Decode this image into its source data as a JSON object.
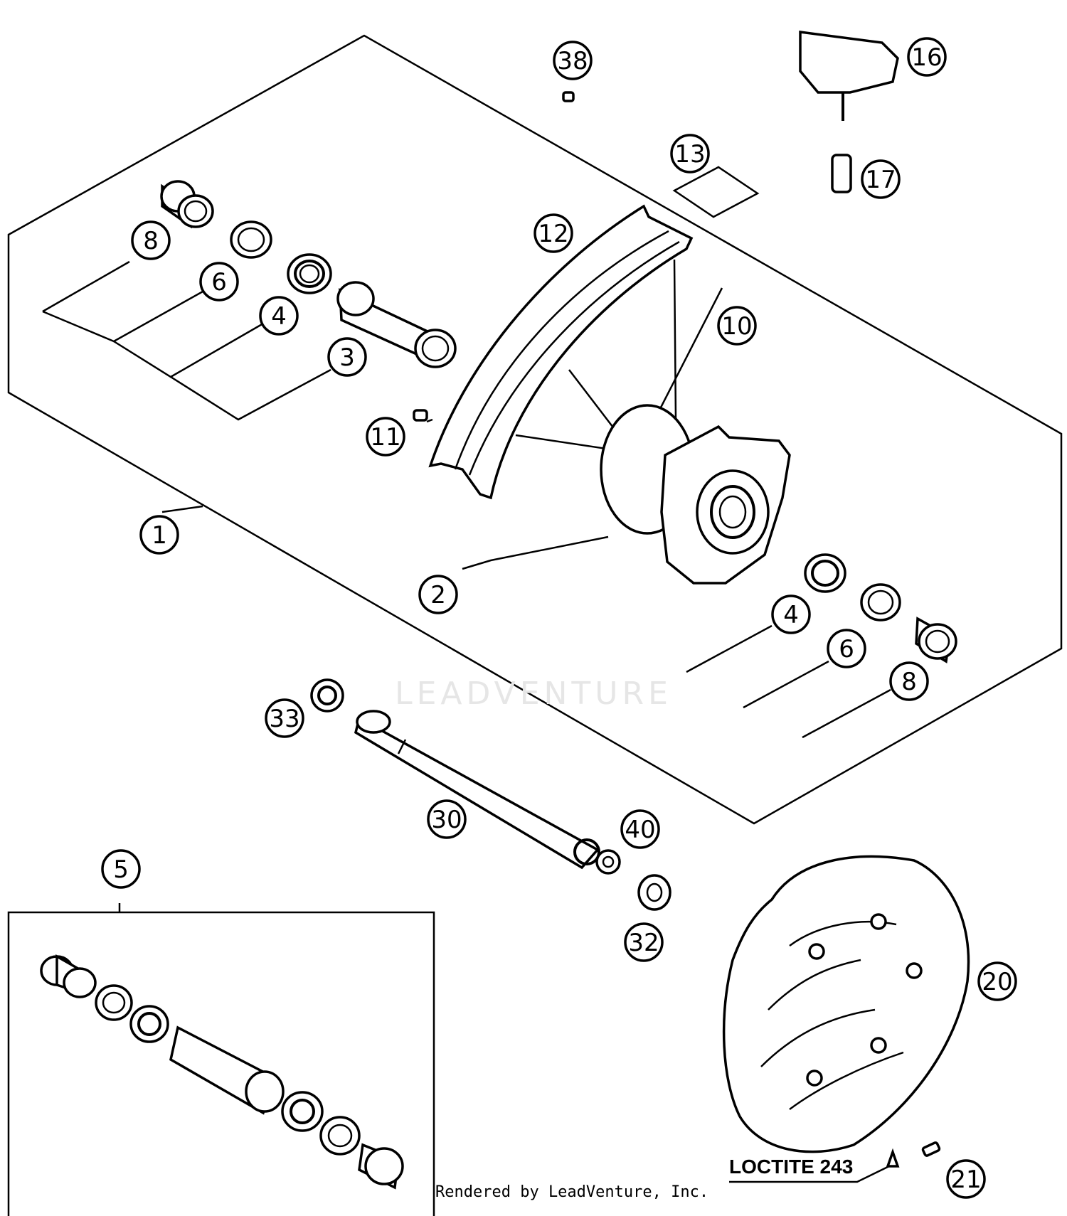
{
  "callouts": [
    {
      "label": "38"
    },
    {
      "label": "16"
    },
    {
      "label": "13"
    },
    {
      "label": "17"
    },
    {
      "label": "8"
    },
    {
      "label": "12"
    },
    {
      "label": "6"
    },
    {
      "label": "10"
    },
    {
      "label": "4"
    },
    {
      "label": "3"
    },
    {
      "label": "11"
    },
    {
      "label": "1"
    },
    {
      "label": "2"
    },
    {
      "label": "4"
    },
    {
      "label": "6"
    },
    {
      "label": "8"
    },
    {
      "label": "33"
    },
    {
      "label": "30"
    },
    {
      "label": "40"
    },
    {
      "label": "5"
    },
    {
      "label": "32"
    },
    {
      "label": "20"
    },
    {
      "label": "21"
    }
  ],
  "watermark": "LEADVENTURE",
  "loctite_label": "LOCTITE 243",
  "footer_text": "Rendered by LeadVenture, Inc."
}
